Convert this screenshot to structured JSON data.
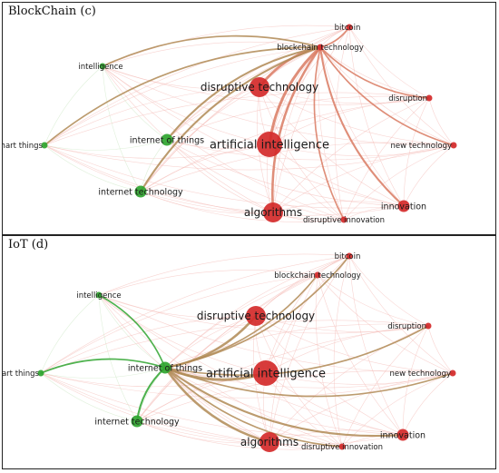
{
  "panels": [
    {
      "key": "c",
      "title": "BlockChain (c)",
      "hub": "blockchain technology",
      "nodes": [
        {
          "id": "bitcoin",
          "label": "bitcoin",
          "cluster": "red",
          "weight": 1
        },
        {
          "id": "blockchain_technology",
          "label": "blockchain technology",
          "cluster": "red",
          "weight": 1
        },
        {
          "id": "intelligence",
          "label": "intelligence",
          "cluster": "green",
          "weight": 1
        },
        {
          "id": "disruptive_technology",
          "label": "disruptive technology",
          "cluster": "red",
          "weight": 3
        },
        {
          "id": "disruption",
          "label": "disruption",
          "cluster": "red",
          "weight": 1
        },
        {
          "id": "smart_things",
          "label": "smart things",
          "cluster": "green",
          "weight": 1
        },
        {
          "id": "internet_of_things",
          "label": "internet of things",
          "cluster": "green",
          "weight": 2
        },
        {
          "id": "artificial_intelligence",
          "label": "artificial intelligence",
          "cluster": "red",
          "weight": 4
        },
        {
          "id": "new_technology",
          "label": "new technology",
          "cluster": "red",
          "weight": 1
        },
        {
          "id": "internet_technology",
          "label": "internet technology",
          "cluster": "green",
          "weight": 2
        },
        {
          "id": "innovation",
          "label": "innovation",
          "cluster": "red",
          "weight": 2
        },
        {
          "id": "algorithms",
          "label": "algorithms",
          "cluster": "red",
          "weight": 3
        },
        {
          "id": "disruptive_innovation",
          "label": "disruptive innovation",
          "cluster": "red",
          "weight": 1
        }
      ]
    },
    {
      "key": "d",
      "title": "IoT (d)",
      "hub": "internet of things",
      "nodes": [
        {
          "id": "bitcoin",
          "label": "bitcoin",
          "cluster": "red",
          "weight": 1
        },
        {
          "id": "blockchain_technology",
          "label": "blockchain technology",
          "cluster": "red",
          "weight": 1
        },
        {
          "id": "intelligence",
          "label": "intelligence",
          "cluster": "green",
          "weight": 1
        },
        {
          "id": "disruptive_technology",
          "label": "disruptive technology",
          "cluster": "red",
          "weight": 3
        },
        {
          "id": "disruption",
          "label": "disruption",
          "cluster": "red",
          "weight": 1
        },
        {
          "id": "smart_things",
          "label": "smart things",
          "cluster": "green",
          "weight": 1
        },
        {
          "id": "internet_of_things",
          "label": "internet of things",
          "cluster": "green",
          "weight": 2
        },
        {
          "id": "artificial_intelligence",
          "label": "artificial intelligence",
          "cluster": "red",
          "weight": 4
        },
        {
          "id": "new_technology",
          "label": "new technology",
          "cluster": "red",
          "weight": 1
        },
        {
          "id": "internet_technology",
          "label": "internet technology",
          "cluster": "green",
          "weight": 2
        },
        {
          "id": "innovation",
          "label": "innovation",
          "cluster": "red",
          "weight": 2
        },
        {
          "id": "algorithms",
          "label": "algorithms",
          "cluster": "red",
          "weight": 3
        },
        {
          "id": "disruptive_innovation",
          "label": "disruptive innovation",
          "cluster": "red",
          "weight": 1
        }
      ]
    }
  ],
  "colors": {
    "red_cluster": "#d42a2a",
    "green_cluster": "#2fa52f",
    "faint_red_link": "#f3b8b2",
    "faint_green_link": "#c9e6c2",
    "mixed_link": "#b08a55"
  }
}
